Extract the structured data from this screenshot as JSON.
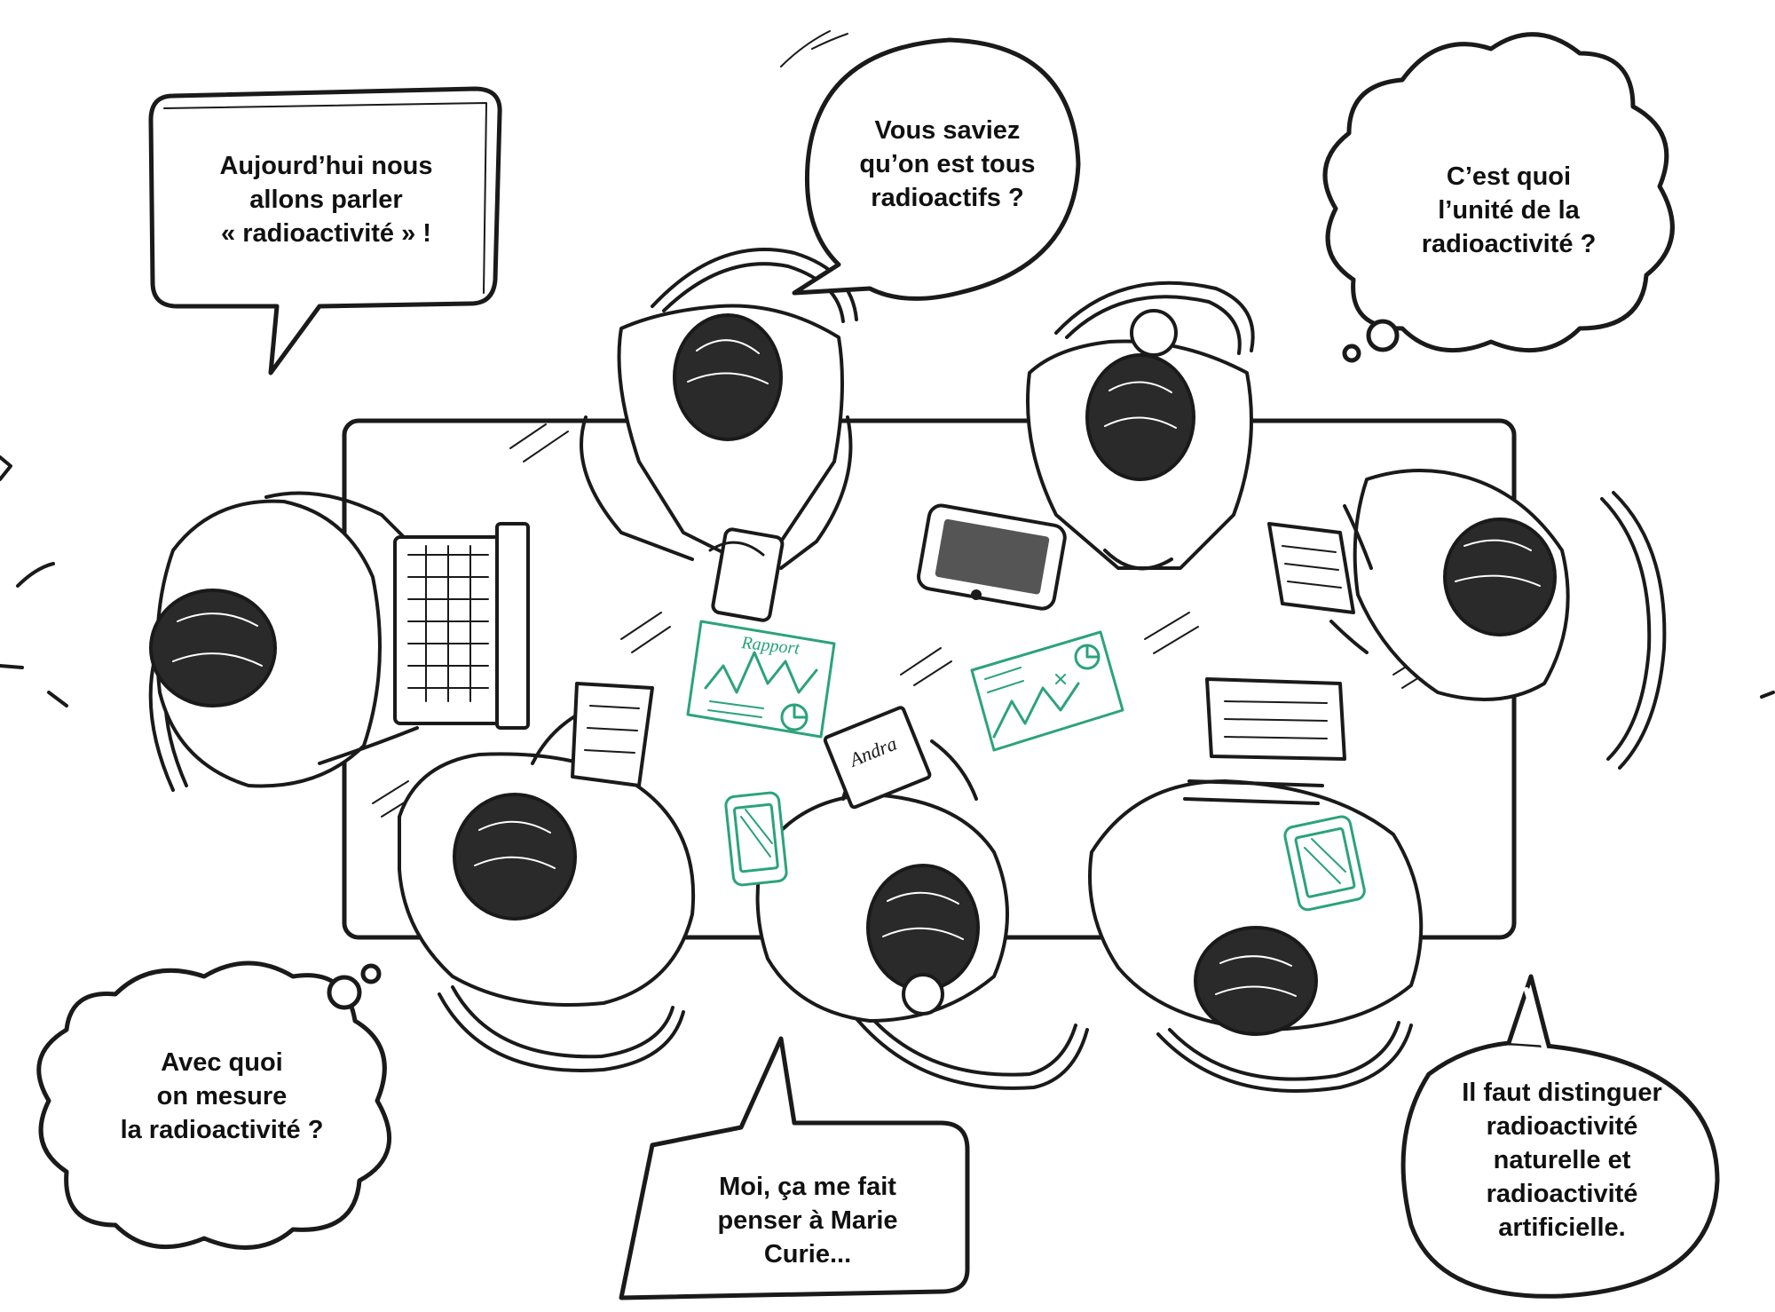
{
  "colors": {
    "ink": "#1a1a1a",
    "accent": "#2ba37a",
    "background": "#ffffff"
  },
  "table_items": {
    "report_label": "Rapport",
    "booklet_label": "Andra"
  },
  "bubbles": {
    "today": {
      "lines": [
        "Aujourd’hui nous",
        "allons parler",
        "« radioactivité » !"
      ]
    },
    "all_radioactive": {
      "lines": [
        "Vous saviez",
        "qu’on est tous",
        "radioactifs ?"
      ]
    },
    "unit": {
      "lines": [
        "C’est quoi",
        "l’unité de la",
        "radioactivité ?"
      ]
    },
    "measure": {
      "lines": [
        "Avec quoi",
        "on mesure",
        "la radioactivité ?"
      ]
    },
    "marie_curie": {
      "lines": [
        "Moi, ça me fait",
        "penser à Marie",
        "Curie..."
      ]
    },
    "distinguish": {
      "lines": [
        "Il faut distinguer",
        "radioactivité",
        "naturelle et",
        "radioactivité",
        "artificielle."
      ]
    }
  }
}
